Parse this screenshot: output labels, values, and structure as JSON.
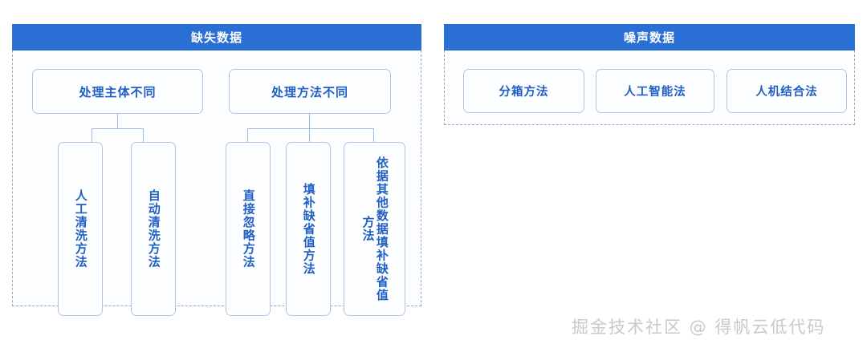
{
  "diagram": {
    "panels": [
      {
        "id": "missing-data",
        "title": "缺失数据",
        "categories": [
          {
            "id": "by-agent",
            "label": "处理主体不同"
          },
          {
            "id": "by-method",
            "label": "处理方法不同"
          }
        ],
        "leaves": [
          {
            "id": "manual-clean",
            "label": "人工清洗方法",
            "parent": "by-agent"
          },
          {
            "id": "auto-clean",
            "label": "自动清洗方法",
            "parent": "by-agent"
          },
          {
            "id": "ignore-directly",
            "label": "直接忽略方法",
            "parent": "by-method"
          },
          {
            "id": "fill-default",
            "label": "填补缺省值方法",
            "parent": "by-method"
          },
          {
            "id": "fill-by-other",
            "label": "依据其他数据填补缺省值方法",
            "parent": "by-method"
          }
        ]
      },
      {
        "id": "noise-data",
        "title": "噪声数据",
        "categories": [],
        "leaves": [
          {
            "id": "binning",
            "label": "分箱方法"
          },
          {
            "id": "ai-method",
            "label": "人工智能法"
          },
          {
            "id": "human-machine",
            "label": "人机结合法"
          }
        ]
      }
    ]
  },
  "watermark": {
    "text": "掘金技术社区 @ 得帆云低代码"
  },
  "colors": {
    "header_blue": "#2a6fd4",
    "text_blue": "#1f5fc4",
    "box_border": "#adc6e6",
    "dashed_border": "#94a8c4",
    "connector": "#9dbbe0",
    "watermark_gray": "#c9c9c9",
    "background": "#ffffff"
  }
}
